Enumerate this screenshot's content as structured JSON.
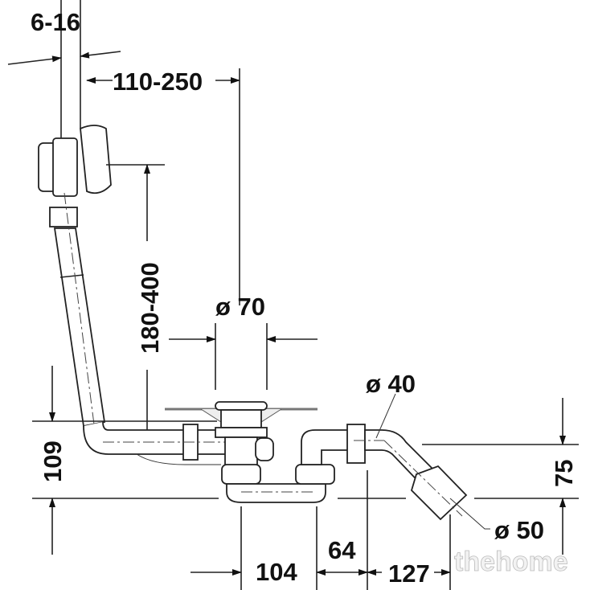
{
  "dimensions": {
    "wall_thickness": "6-16",
    "overflow_offset": "110-250",
    "overflow_height": "180-400",
    "drain_diameter": "ø 70",
    "outlet_diameter": "ø 40",
    "height_109": "109",
    "height_75": "75",
    "reducer_diameter": "ø 50",
    "dist_104": "104",
    "dist_64": "64",
    "dist_127": "127"
  },
  "watermark": "thehome"
}
